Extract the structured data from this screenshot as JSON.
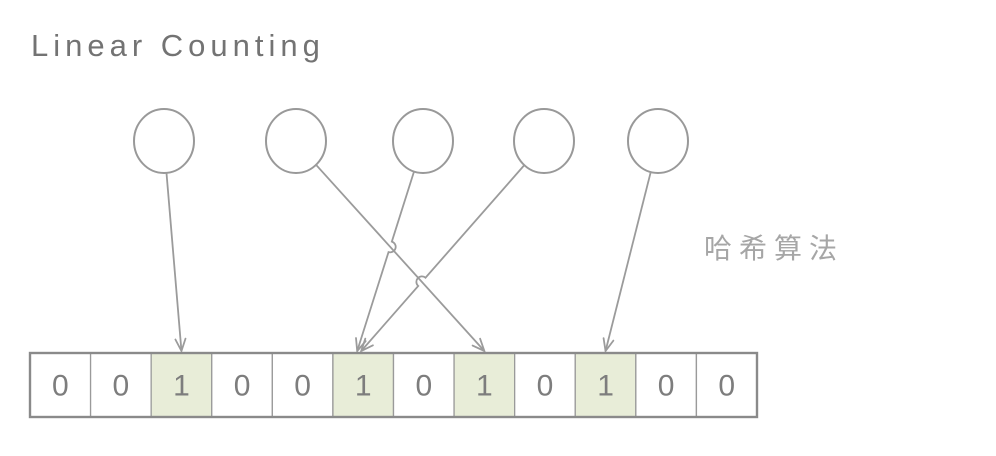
{
  "title": "Linear Counting",
  "hash_algorithm_label": "哈希算法",
  "element_count": 5,
  "colors": {
    "background": "#ffffff",
    "title_text": "#737373",
    "hash_label_text": "#a6a6a6",
    "line": "#9b9b9b",
    "circle_stroke": "#999999",
    "circle_fill": "#ffffff",
    "array_border": "#8a8a8a",
    "cell_border": "#9a9a9a",
    "cell_fill": "#ffffff",
    "cell_highlight_fill": "#e8edd8",
    "digit_text": "#7d7d7d"
  },
  "bit_array": {
    "values": [
      "0",
      "0",
      "1",
      "0",
      "0",
      "1",
      "0",
      "1",
      "0",
      "1",
      "0",
      "0"
    ],
    "highlighted_indices": [
      2,
      5,
      7,
      9
    ]
  },
  "arrows": [
    {
      "from_element": 0,
      "to_cell": 2
    },
    {
      "from_element": 1,
      "to_cell": 7
    },
    {
      "from_element": 2,
      "to_cell": 5
    },
    {
      "from_element": 3,
      "to_cell": 5
    },
    {
      "from_element": 4,
      "to_cell": 9
    }
  ]
}
